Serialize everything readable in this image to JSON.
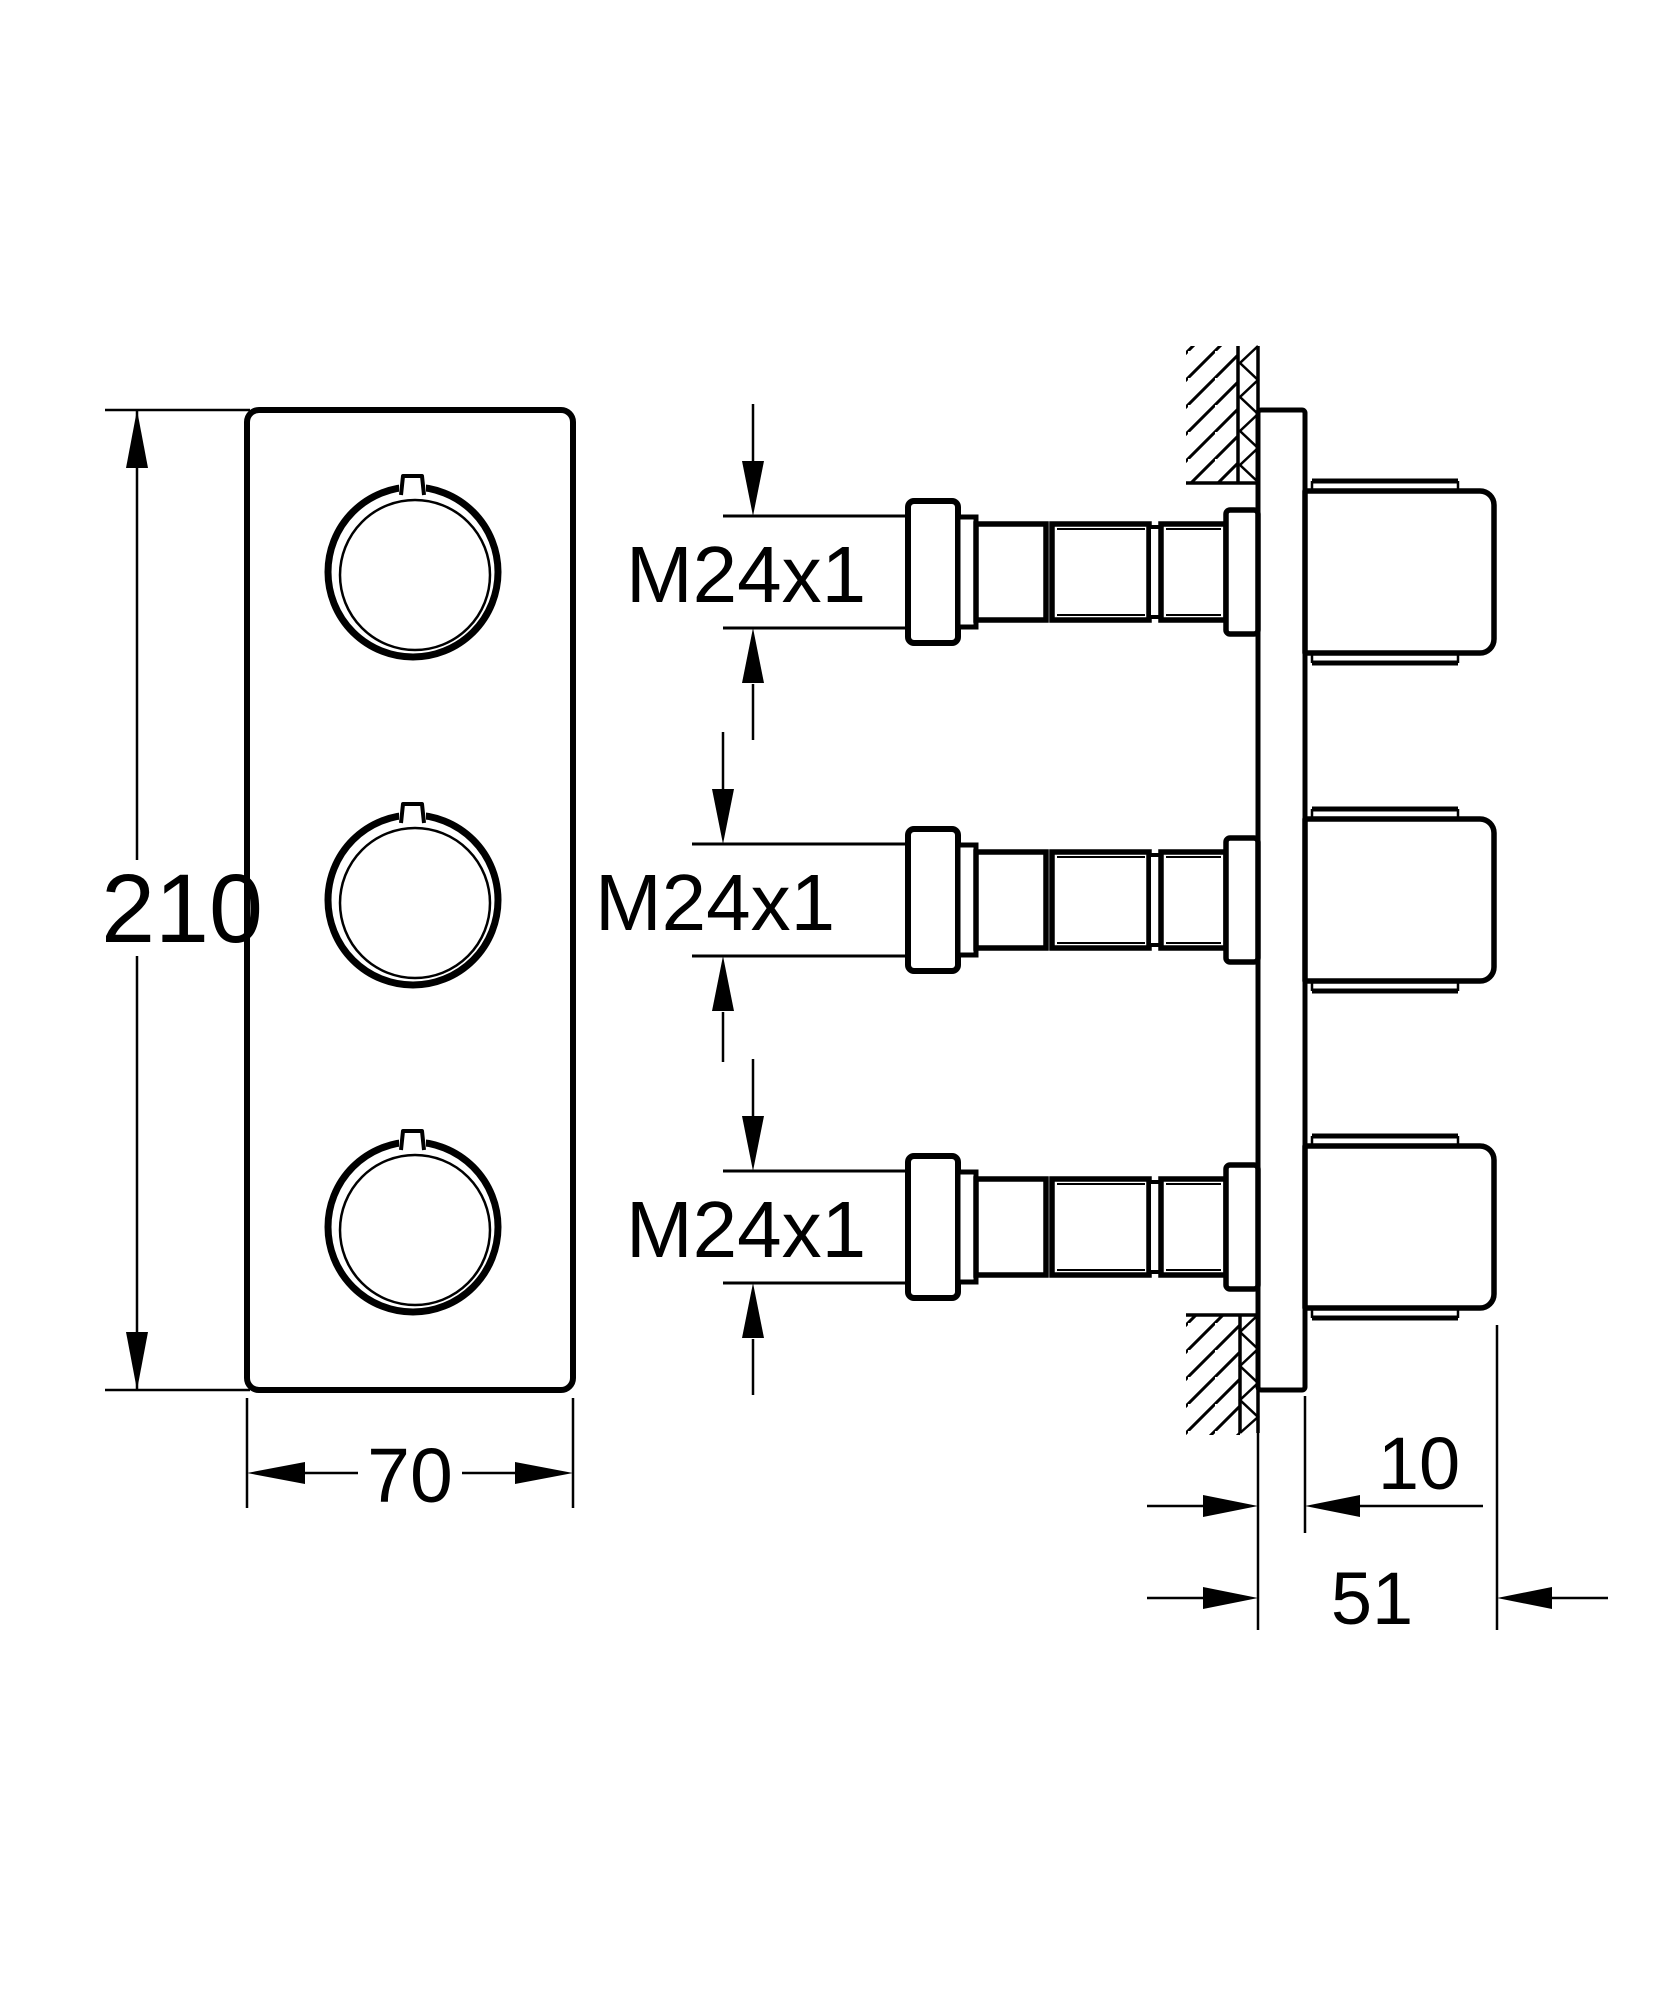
{
  "drawing_type": "technical-dimension-drawing",
  "colors": {
    "line": "#000000",
    "background": "#ffffff"
  },
  "front_view": {
    "height_dim": "210",
    "width_dim": "70",
    "knob_count": 3
  },
  "side_view": {
    "thread_dims": [
      "M24x1",
      "M24x1",
      "M24x1"
    ],
    "plate_thickness_dim": "10",
    "installation_depth_dim": "51"
  }
}
